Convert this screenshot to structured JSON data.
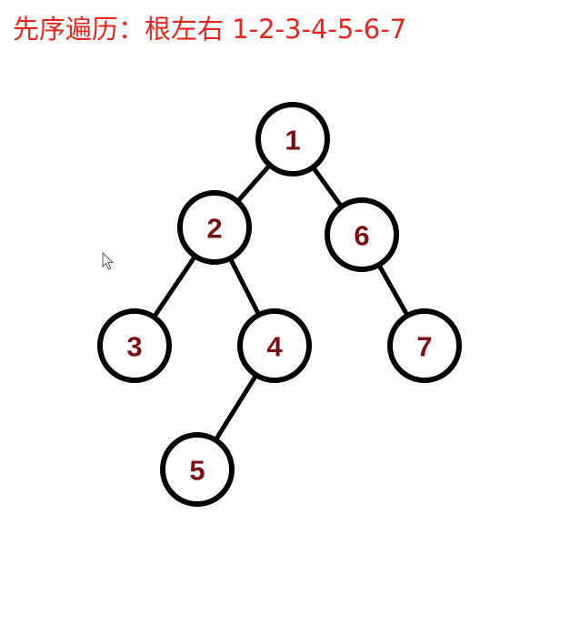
{
  "heading": {
    "text": "先序遍历：根左右 1-2-3-4-5-6-7",
    "color": "#e8251c"
  },
  "tree": {
    "label_color": "#7a1010",
    "nodes": [
      {
        "id": "1",
        "label": "1"
      },
      {
        "id": "2",
        "label": "2"
      },
      {
        "id": "6",
        "label": "6"
      },
      {
        "id": "3",
        "label": "3"
      },
      {
        "id": "4",
        "label": "4"
      },
      {
        "id": "7",
        "label": "7"
      },
      {
        "id": "5",
        "label": "5"
      }
    ],
    "edges": [
      {
        "from": "1",
        "to": "2"
      },
      {
        "from": "1",
        "to": "6"
      },
      {
        "from": "2",
        "to": "3"
      },
      {
        "from": "2",
        "to": "4"
      },
      {
        "from": "6",
        "to": "7"
      },
      {
        "from": "4",
        "to": "5"
      }
    ]
  },
  "cursor": {
    "icon": "mouse-pointer-icon"
  }
}
